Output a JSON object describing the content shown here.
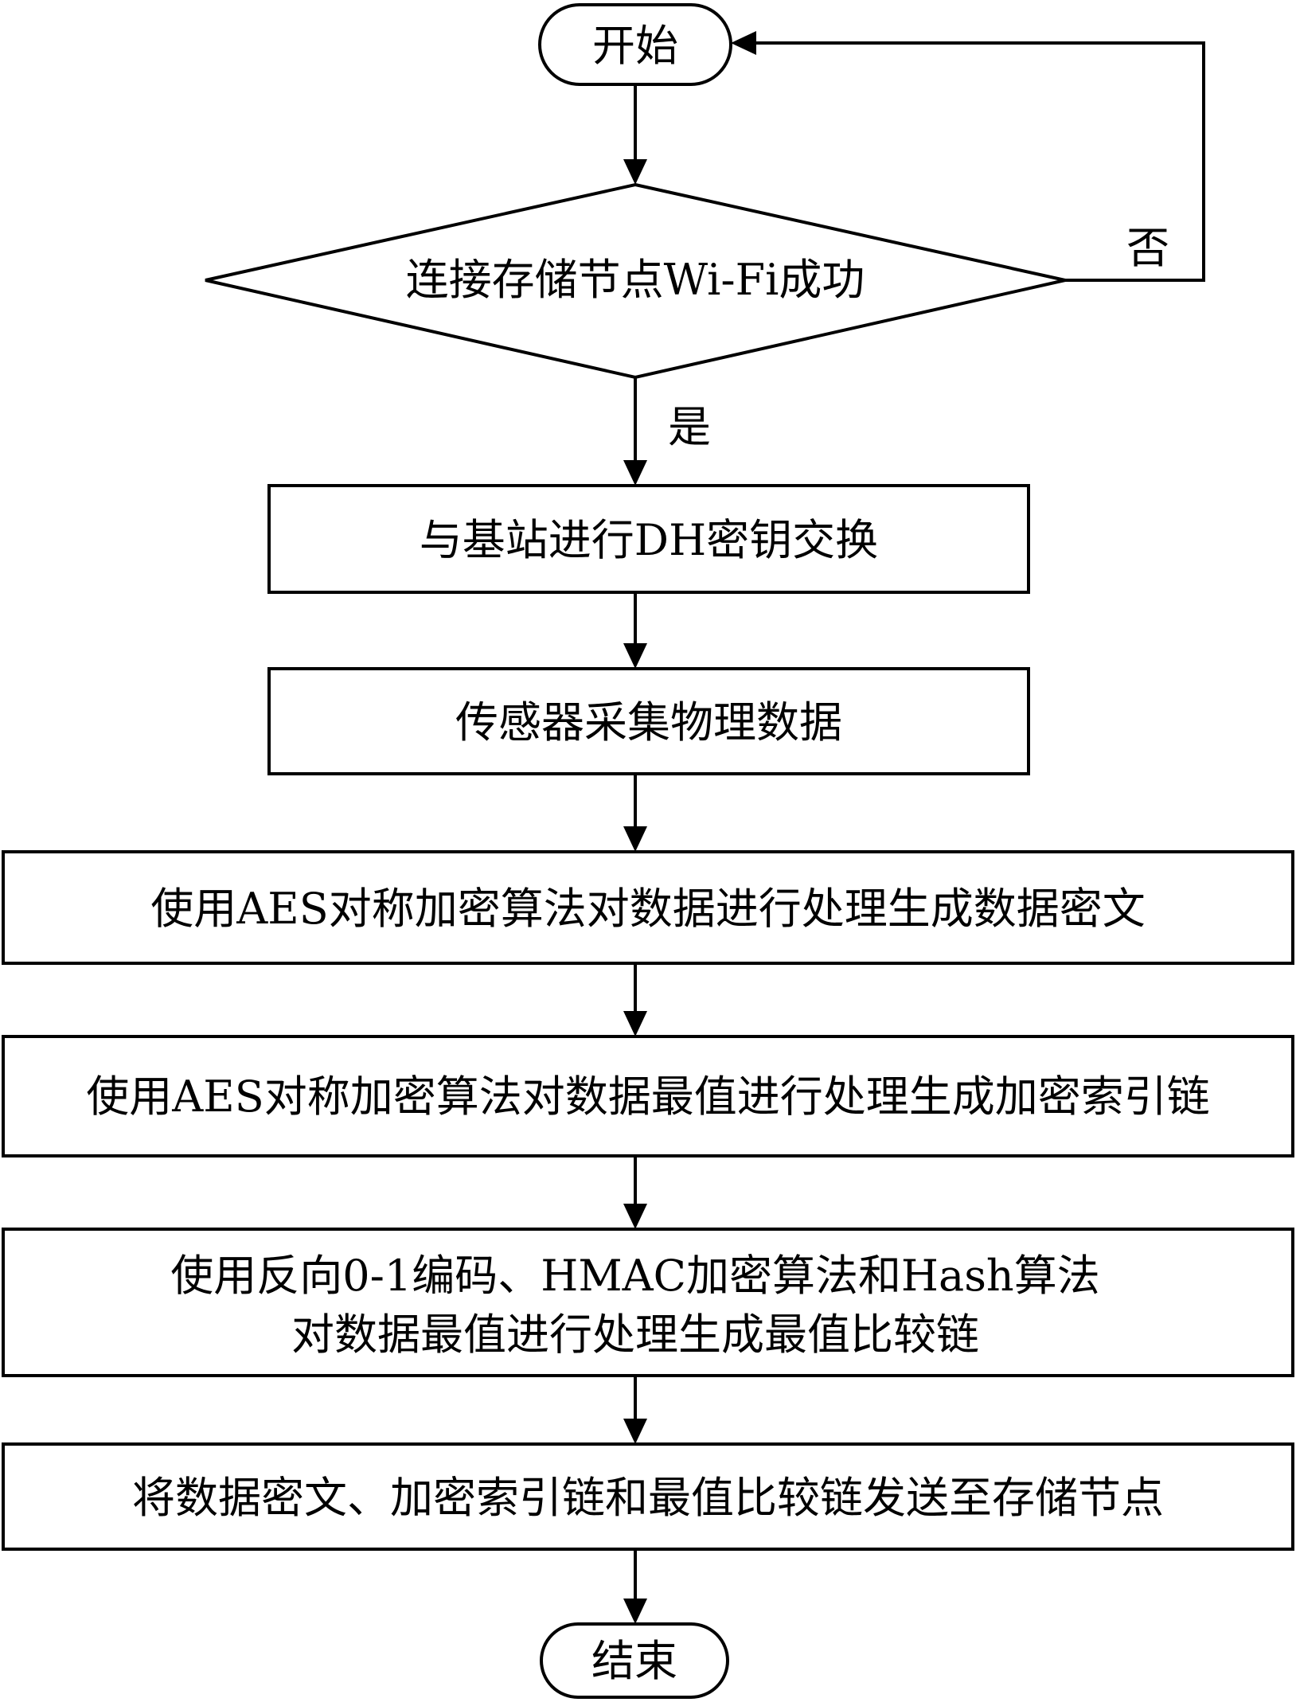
{
  "flowchart": {
    "start": "开始",
    "decision": "连接存储节点Wi-Fi成功",
    "no_label": "否",
    "yes_label": "是",
    "steps": [
      "与基站进行DH密钥交换",
      "传感器采集物理数据",
      "使用AES对称加密算法对数据进行处理生成数据密文",
      "使用AES对称加密算法对数据最值进行处理生成加密索引链",
      "使用反向0-1编码、HMAC加密算法和Hash算法",
      "对数据最值进行处理生成最值比较链",
      "将数据密文、加密索引链和最值比较链发送至存储节点"
    ],
    "end": "结束"
  }
}
